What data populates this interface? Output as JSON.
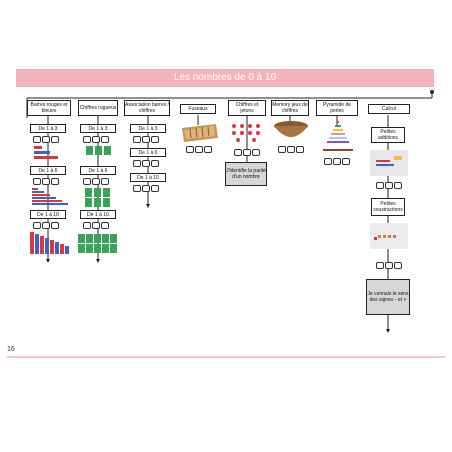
{
  "title": "Les nombres de 0 à 10",
  "page_number": "16",
  "columns": [
    {
      "header": "Barres rouges et bleues",
      "steps": [
        "De 1 à 3",
        "De 1 à 6",
        "De 1 à 10"
      ]
    },
    {
      "header": "Chiffres rugueux",
      "steps": [
        "De 1 à 3",
        "De 1 à 6",
        "De 1 à 10"
      ]
    },
    {
      "header": "Association barres / chiffres",
      "steps": [
        "De 1 à 3",
        "De 1 à 6",
        "De 1 à 10"
      ]
    },
    {
      "header": "Fuseaux",
      "steps": []
    },
    {
      "header": "Chiffres et jetons",
      "note": "J'identifie la parité d'un nombre"
    },
    {
      "header": "Memory jeux de chiffres",
      "steps": []
    },
    {
      "header": "Pyramide de perles",
      "steps": []
    },
    {
      "header": "Calcul",
      "steps": [
        "Petites additions",
        "Petites soustractions"
      ],
      "note": "Je connais le sens des signes - et +"
    }
  ],
  "colors": {
    "accent": "#f4b3ba",
    "frame": "#f3c6cb",
    "red": "#d9363e",
    "blue": "#3b63c4",
    "green": "#3aa35a"
  }
}
